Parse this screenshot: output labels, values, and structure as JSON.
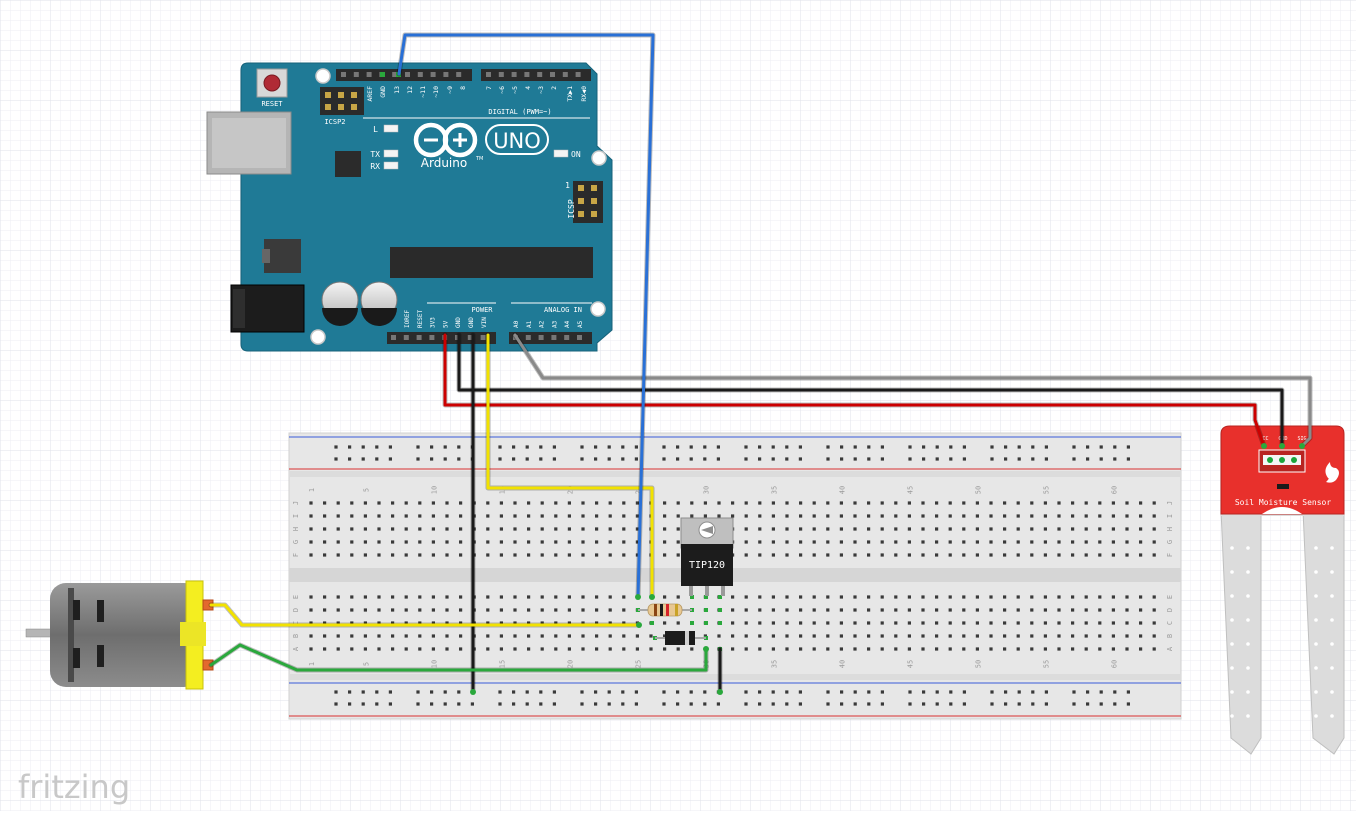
{
  "app": {
    "watermark": "fritzing"
  },
  "arduino": {
    "logo_text": "UNO",
    "brand": "Arduino",
    "trademark": "TM",
    "reset_label": "RESET",
    "icsp2_label": "ICSP2",
    "icsp_label": "ICSP",
    "icsp_pin1": "1",
    "led_l": "L",
    "led_tx": "TX",
    "led_rx": "RX",
    "led_on": "ON",
    "digital_header": "DIGITAL (PWM=~)",
    "top_pins": [
      "AREF",
      "GND",
      "13",
      "12",
      "~11",
      "~10",
      "~9",
      "8",
      "7",
      "~6",
      "~5",
      "4",
      "~3",
      "2",
      "TX▶1",
      "RX◀0"
    ],
    "power_header": "POWER",
    "power_pins": [
      "IOREF",
      "RESET",
      "3V3",
      "5V",
      "GND",
      "GND",
      "VIN"
    ],
    "analog_header": "ANALOG IN",
    "analog_pins": [
      "A0",
      "A1",
      "A2",
      "A3",
      "A4",
      "A5"
    ]
  },
  "breadboard": {
    "column_numbers": [
      "1",
      "5",
      "10",
      "15",
      "20",
      "25",
      "30",
      "35",
      "40",
      "45",
      "50",
      "55",
      "60"
    ],
    "row_letters_top": [
      "J",
      "I",
      "H",
      "G",
      "F"
    ],
    "row_letters_bottom": [
      "E",
      "D",
      "C",
      "B",
      "A"
    ]
  },
  "transistor": {
    "label": "TIP120"
  },
  "sensor": {
    "label": "Soil Moisture Sensor",
    "pins": [
      "VCC",
      "GND",
      "SIG"
    ]
  },
  "colors": {
    "arduino": "#1f7a96",
    "wire_red": "#cc0000",
    "wire_black": "#1a1a1a",
    "wire_gray": "#8a8a8a",
    "wire_blue": "#2970d6",
    "wire_yellow": "#f2e200",
    "wire_green": "#2aa83c",
    "motor_yellow": "#f4ee20",
    "sensor_red": "#e8302c"
  }
}
